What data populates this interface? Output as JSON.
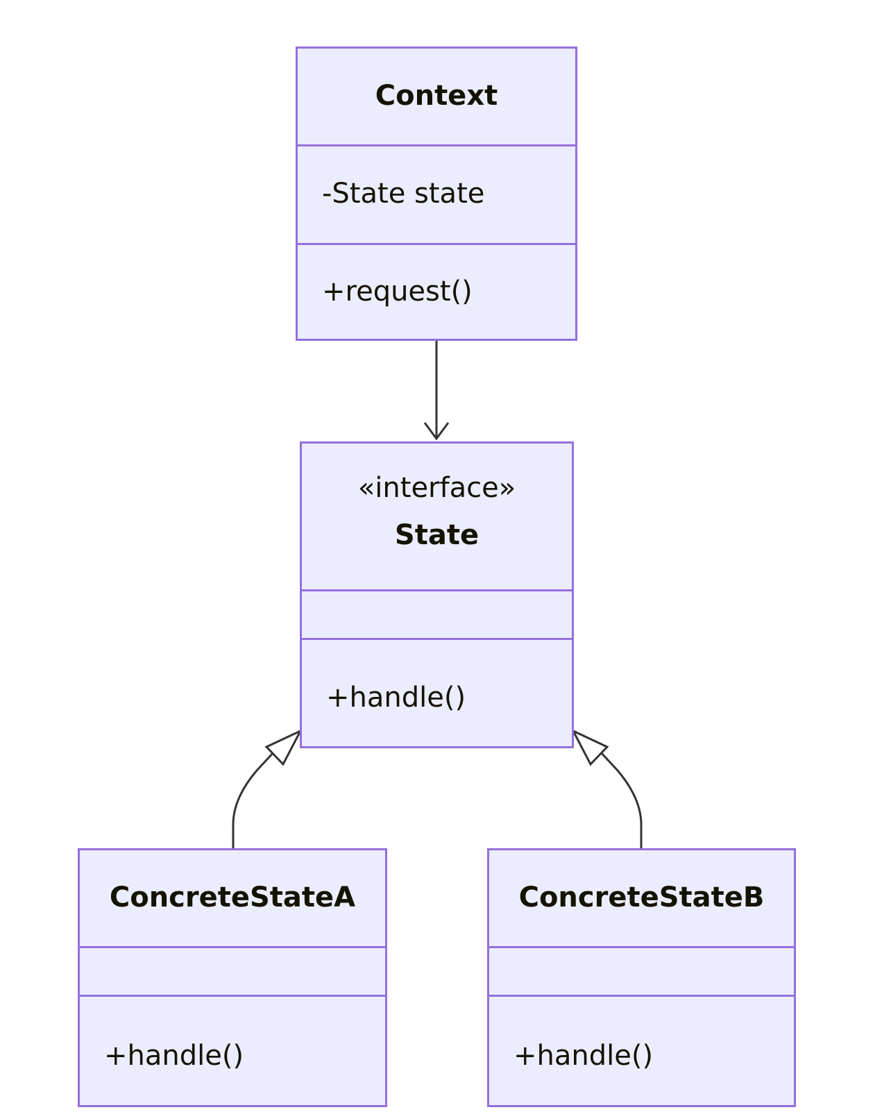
{
  "diagram": {
    "type": "uml-class",
    "colors": {
      "box_fill": "#ececff",
      "box_border": "#9370db",
      "text": "#131300",
      "edge": "#333333"
    },
    "classes": {
      "context": {
        "name": "Context",
        "attributes": [
          "-State state"
        ],
        "methods": [
          "+request()"
        ]
      },
      "state": {
        "stereotype": "«interface»",
        "name": "State",
        "attributes": [],
        "methods": [
          "+handle()"
        ]
      },
      "concrete_a": {
        "name": "ConcreteStateA",
        "attributes": [],
        "methods": [
          "+handle()"
        ]
      },
      "concrete_b": {
        "name": "ConcreteStateB",
        "attributes": [],
        "methods": [
          "+handle()"
        ]
      }
    },
    "relations": [
      {
        "from": "Context",
        "to": "State",
        "kind": "association"
      },
      {
        "from": "ConcreteStateA",
        "to": "State",
        "kind": "realization"
      },
      {
        "from": "ConcreteStateB",
        "to": "State",
        "kind": "realization"
      }
    ]
  }
}
